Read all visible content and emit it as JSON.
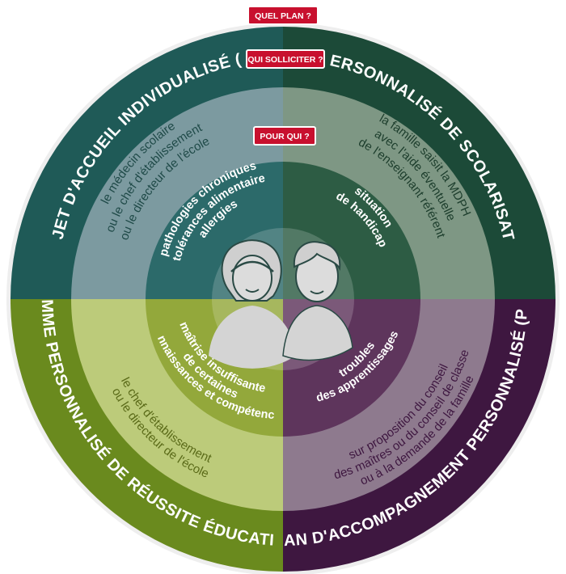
{
  "tags": {
    "quel_plan": "QUEL PLAN ?",
    "qui_solliciter": "QUI SOLLICITER ?",
    "pour_qui": "POUR QUI ?"
  },
  "quadrants": {
    "pai": {
      "plan": "PROJET D'ACCUEIL INDIVIDUALISÉ (PAI)",
      "contacts": [
        "le médecin scolaire",
        "ou le chef d'établissement",
        "ou le directeur de l'école"
      ],
      "public": [
        "pathologies chroniques",
        "intolérances alimentaires",
        "allergies"
      ]
    },
    "pps": {
      "plan": "PROJET PERSONNALISÉ DE SCOLARISATION (PPS)",
      "contacts": [
        "la famille saisit la MDPH",
        "avec l'aide éventuelle",
        "de l'enseignant référent"
      ],
      "public": [
        "situation",
        "de handicap"
      ]
    },
    "ppre": {
      "plan": "PROGRAMME PERSONNALISÉ DE RÉUSSITE ÉDUCATIVE (PPRE)",
      "contacts": [
        "le chef d'établissement",
        "ou le directeur de l'école"
      ],
      "public": [
        "maîtrise insuffisante",
        "de certaines",
        "connaissances et compétences"
      ]
    },
    "pap": {
      "plan": "PLAN D'ACCOMPAGNEMENT PERSONNALISÉ (PAP)",
      "contacts": [
        "sur proposition du conseil",
        "des maîtres ou du conseil de classe",
        "ou à la demande de la famille"
      ],
      "public": [
        "troubles",
        "des apprentissages"
      ]
    }
  },
  "colors": {
    "pai_outer": "#1f5a57",
    "pai_mid": "#7c9aa0",
    "pai_inner": "#2c6a6a",
    "pps_outer": "#1c4a38",
    "pps_mid": "#7e9784",
    "pps_inner": "#2d5c44",
    "ppre_outer": "#6a8a1e",
    "ppre_mid": "#bccb7a",
    "ppre_inner": "#93a83b",
    "pap_outer": "#3e1740",
    "pap_mid": "#8e7a8e",
    "pap_inner": "#5e355c",
    "accent_red": "#c8102e"
  },
  "icons": [
    "girl-avatar-icon",
    "boy-avatar-icon"
  ]
}
